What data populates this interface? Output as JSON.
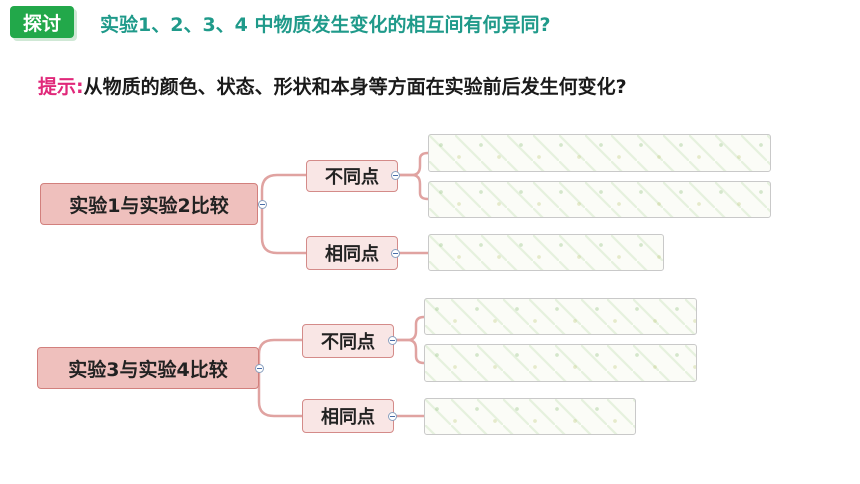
{
  "header": {
    "badge": "探讨",
    "title": "实验1、2、3、4 中物质发生变化的相互间有何异同?"
  },
  "hint": {
    "label": "提示:",
    "text": "从物质的颜色、状态、形状和本身等方面在实验前后发生何变化?"
  },
  "mindmap": {
    "groups": [
      {
        "root": "实验1与实验2比较",
        "diff_label": "不同点",
        "same_label": "相同点"
      },
      {
        "root": "实验3与实验4比较",
        "diff_label": "不同点",
        "same_label": "相同点"
      }
    ]
  },
  "colors": {
    "badge": "#22a84a",
    "title": "#1f9a8a",
    "hint_label": "#e0287a",
    "root_fill": "#efc0bd",
    "sub_fill": "#f9e6e5",
    "connector": "#e0a3a1"
  }
}
